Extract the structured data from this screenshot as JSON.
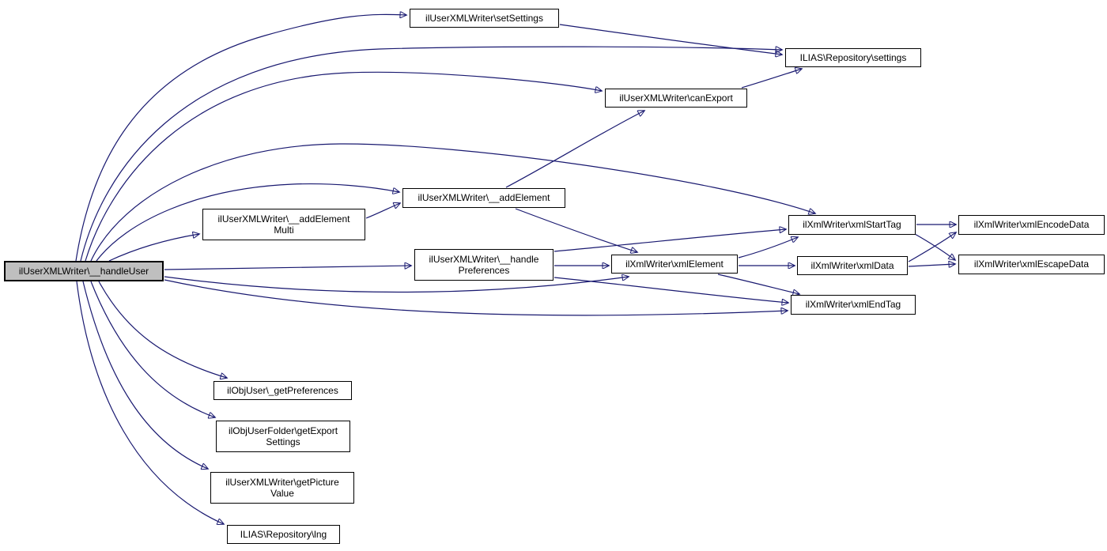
{
  "diagram": {
    "kind": "call-graph",
    "background_color": "#ffffff",
    "edge_color": "#191970",
    "node_border_color": "#000000",
    "highlight_fill": "#bfbfbf"
  },
  "nodes": {
    "handleUser": {
      "label": "ilUserXMLWriter\\__handleUser",
      "highlighted": true
    },
    "setSettings": {
      "label": "ilUserXMLWriter\\setSettings",
      "highlighted": false
    },
    "settings": {
      "label": "ILIAS\\Repository\\settings",
      "highlighted": false
    },
    "canExport": {
      "label": "ilUserXMLWriter\\canExport",
      "highlighted": false
    },
    "addElement": {
      "label": "ilUserXMLWriter\\__addElement",
      "highlighted": false
    },
    "addElementMulti": {
      "label": "ilUserXMLWriter\\__addElement\nMulti",
      "highlighted": false
    },
    "handlePreferences": {
      "label": "ilUserXMLWriter\\__handle\nPreferences",
      "highlighted": false
    },
    "xmlElement": {
      "label": "ilXmlWriter\\xmlElement",
      "highlighted": false
    },
    "xmlStartTag": {
      "label": "ilXmlWriter\\xmlStartTag",
      "highlighted": false
    },
    "xmlData": {
      "label": "ilXmlWriter\\xmlData",
      "highlighted": false
    },
    "xmlEndTag": {
      "label": "ilXmlWriter\\xmlEndTag",
      "highlighted": false
    },
    "xmlEncodeData": {
      "label": "ilXmlWriter\\xmlEncodeData",
      "highlighted": false
    },
    "xmlEscapeData": {
      "label": "ilXmlWriter\\xmlEscapeData",
      "highlighted": false
    },
    "getPreferences": {
      "label": "ilObjUser\\_getPreferences",
      "highlighted": false
    },
    "getExportSettings": {
      "label": "ilObjUserFolder\\getExport\nSettings",
      "highlighted": false
    },
    "getPictureValue": {
      "label": "ilUserXMLWriter\\getPicture\nValue",
      "highlighted": false
    },
    "lng": {
      "label": "ILIAS\\Repository\\lng",
      "highlighted": false
    }
  },
  "edges": [
    {
      "from": "handleUser",
      "to": "setSettings"
    },
    {
      "from": "handleUser",
      "to": "settings"
    },
    {
      "from": "handleUser",
      "to": "canExport"
    },
    {
      "from": "handleUser",
      "to": "xmlStartTag"
    },
    {
      "from": "handleUser",
      "to": "addElement"
    },
    {
      "from": "handleUser",
      "to": "addElementMulti"
    },
    {
      "from": "handleUser",
      "to": "handlePreferences"
    },
    {
      "from": "handleUser",
      "to": "xmlElement"
    },
    {
      "from": "handleUser",
      "to": "xmlEndTag"
    },
    {
      "from": "handleUser",
      "to": "getPreferences"
    },
    {
      "from": "handleUser",
      "to": "getExportSettings"
    },
    {
      "from": "handleUser",
      "to": "getPictureValue"
    },
    {
      "from": "handleUser",
      "to": "lng"
    },
    {
      "from": "setSettings",
      "to": "settings"
    },
    {
      "from": "canExport",
      "to": "settings"
    },
    {
      "from": "addElement",
      "to": "canExport"
    },
    {
      "from": "addElement",
      "to": "xmlElement"
    },
    {
      "from": "addElementMulti",
      "to": "addElement"
    },
    {
      "from": "handlePreferences",
      "to": "xmlStartTag"
    },
    {
      "from": "handlePreferences",
      "to": "xmlElement"
    },
    {
      "from": "handlePreferences",
      "to": "xmlEndTag"
    },
    {
      "from": "xmlElement",
      "to": "xmlStartTag"
    },
    {
      "from": "xmlElement",
      "to": "xmlData"
    },
    {
      "from": "xmlElement",
      "to": "xmlEndTag"
    },
    {
      "from": "xmlStartTag",
      "to": "xmlEncodeData"
    },
    {
      "from": "xmlStartTag",
      "to": "xmlEscapeData"
    },
    {
      "from": "xmlData",
      "to": "xmlEncodeData"
    },
    {
      "from": "xmlData",
      "to": "xmlEscapeData"
    }
  ]
}
